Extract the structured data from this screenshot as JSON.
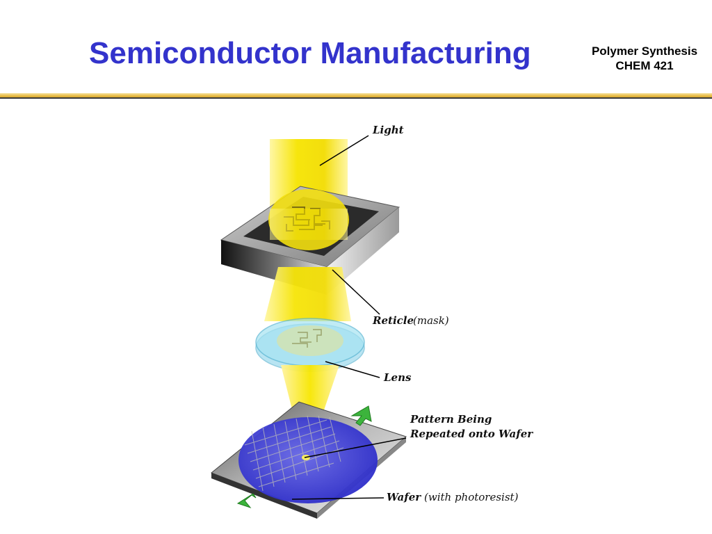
{
  "header": {
    "title": "Semiconductor Manufacturing",
    "course_line1": "Polymer Synthesis",
    "course_line2": "CHEM 421"
  },
  "diagram": {
    "labels": {
      "light": "Light",
      "reticle": "Reticle",
      "reticle_note": "(mask)",
      "lens": "Lens",
      "pattern_line1": "Pattern Being",
      "pattern_line2": "Repeated onto Wafer",
      "wafer": "Wafer",
      "wafer_note": "(with photoresist)"
    },
    "colors": {
      "title": "#3333cc",
      "light_beam": "#f5e200",
      "lens": "#8fd8ef",
      "wafer": "#3a3ad0",
      "arrows": "#3cb43c",
      "reticle_frame": "#222222"
    }
  }
}
